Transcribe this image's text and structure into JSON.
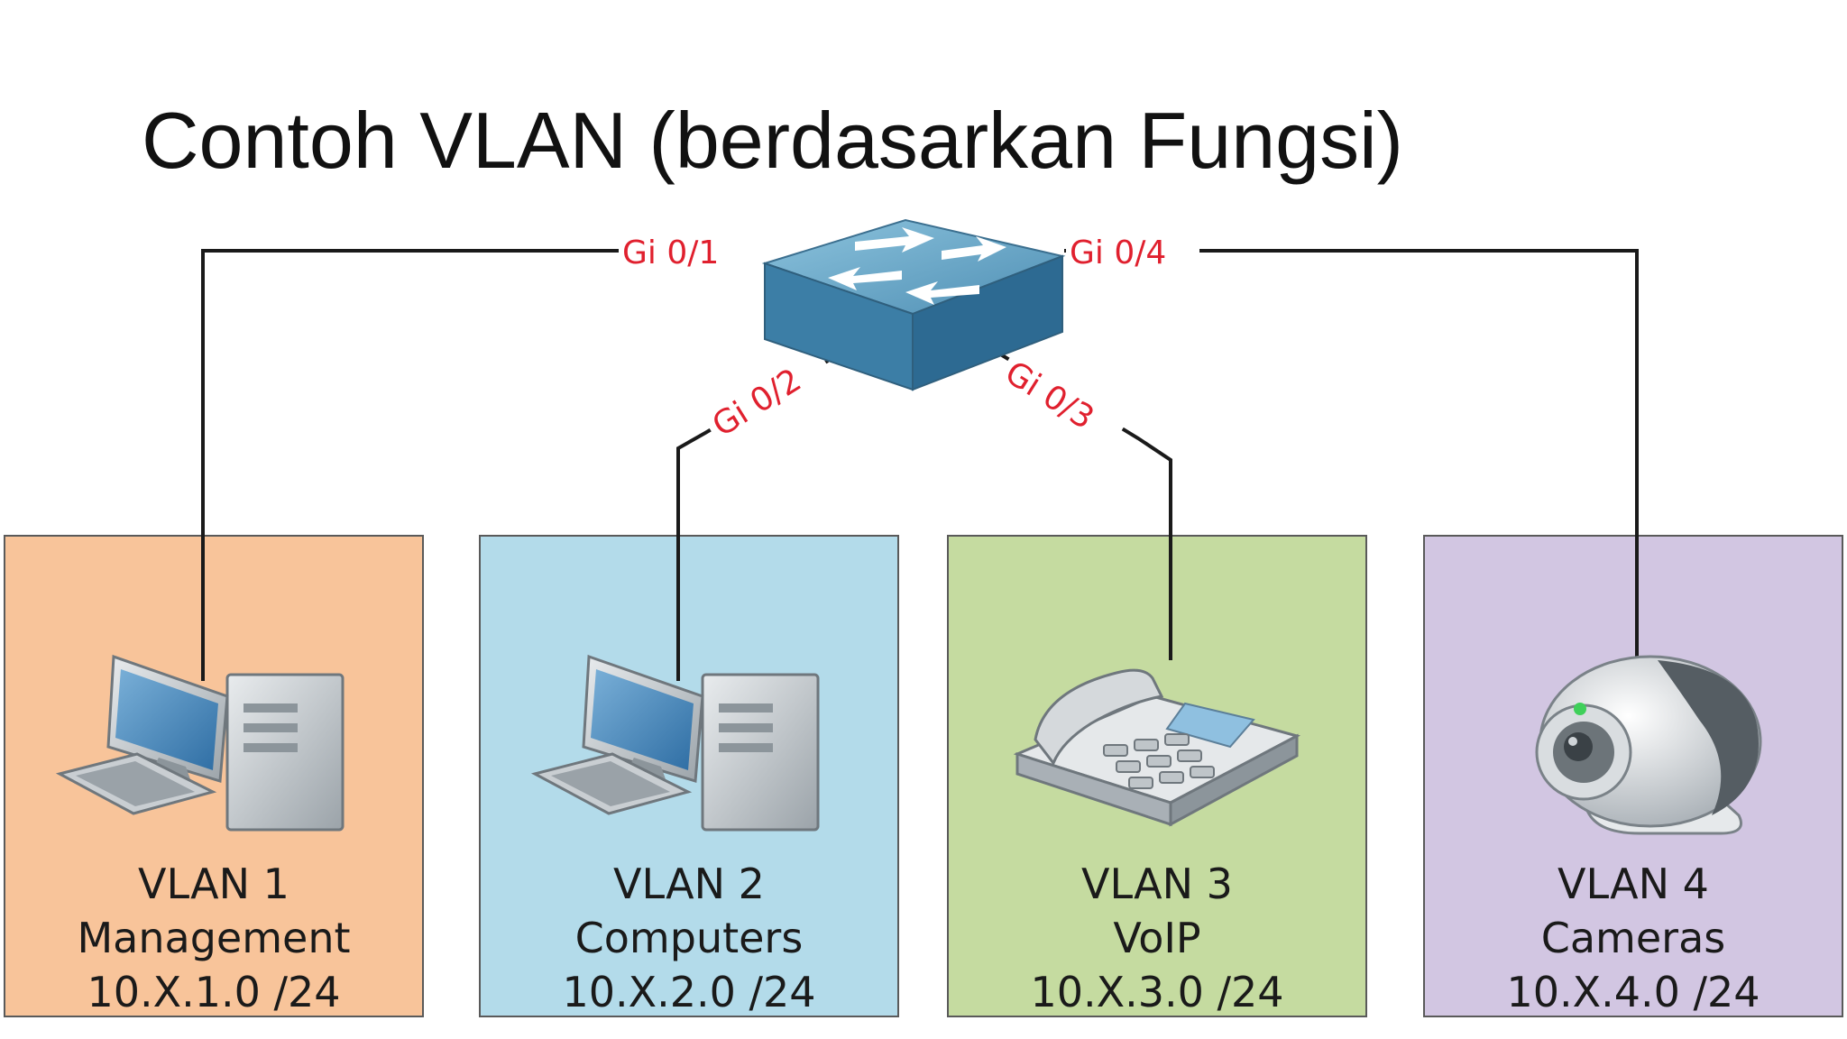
{
  "title": "Contoh VLAN (berdasarkan Fungsi)",
  "switch": {
    "icon": "network-switch-icon",
    "ports": [
      "Gi 0/1",
      "Gi 0/2",
      "Gi 0/3",
      "Gi 0/4"
    ]
  },
  "vlans": [
    {
      "name": "VLAN 1",
      "function": "Management",
      "subnet": "10.X.1.0 /24",
      "color": "#f8c49a",
      "icon": "desktop-computer-icon"
    },
    {
      "name": "VLAN 2",
      "function": "Computers",
      "subnet": "10.X.2.0 /24",
      "color": "#b3dbea",
      "icon": "desktop-computer-icon"
    },
    {
      "name": "VLAN 3",
      "function": "VoIP",
      "subnet": "10.X.3.0 /24",
      "color": "#c5dba0",
      "icon": "ip-phone-icon"
    },
    {
      "name": "VLAN 4",
      "function": "Cameras",
      "subnet": "10.X.4.0 /24",
      "color": "#d2c6e2",
      "icon": "webcam-icon"
    }
  ]
}
